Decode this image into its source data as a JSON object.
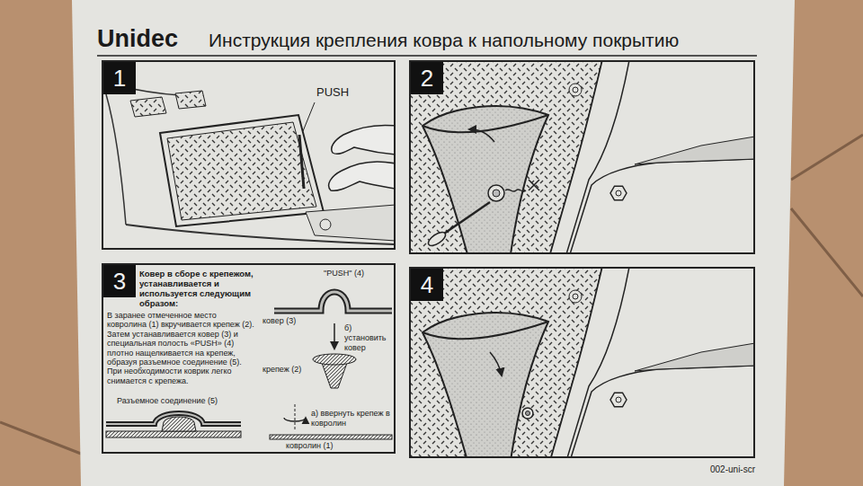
{
  "diagram": {
    "title": "Инструкция крепления ковра к напольному покрытию",
    "nodes": [
      {
        "text": [
          "1"
        ]
      },
      {
        "text": [
          "2"
        ]
      },
      {
        "text": [
          "3",
          "Ковер в сборе с крепежом, устанавливается и используется следующим образом:",
          "В заранее отмеченное место ковролина (1) вкручивается крепеж (2). Затем устанавливается ковер (3) и специальная полость «PUSH» (4) плотно нащелкивается на крепеж, образуя разъемное соединение (5). При необходимости коврик легко снимается с крепежа."
        ]
      },
      {
        "text": [
          "4"
        ]
      }
    ],
    "labels": [
      "Unidec",
      "PUSH",
      "Разъемное соединение (5)",
      "\"PUSH\" (4)",
      "ковер (3)",
      "б) установить ковер",
      "крепеж (2)",
      "а) ввернуть крепеж в ковролин",
      "ковролин (1)",
      "002-uni-scr"
    ]
  }
}
